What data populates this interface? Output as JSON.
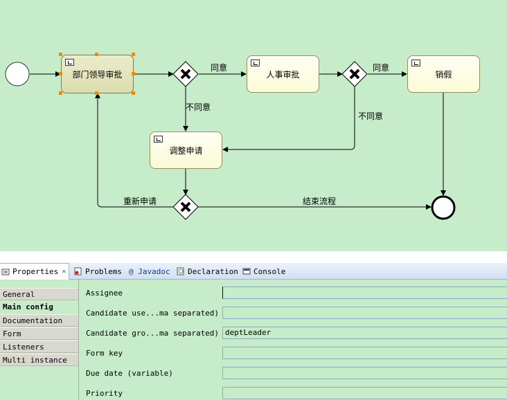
{
  "diagram": {
    "tasks": {
      "dept_leader_approval": "部门领导审批",
      "hr_approval": "人事审批",
      "cancel_leave": "销假",
      "adjust_request": "调整申请"
    },
    "flows": {
      "agree_1": "同意",
      "agree_2": "同意",
      "disagree_1": "不同意",
      "disagree_2": "不同意",
      "reapply": "重新申请",
      "end_process": "结束流程"
    }
  },
  "tabs": [
    {
      "label": "Properties",
      "icon": "properties-icon",
      "active": true
    },
    {
      "label": "Problems",
      "icon": "problems-icon"
    },
    {
      "label": "@ Javadoc",
      "icon": "javadoc-icon"
    },
    {
      "label": "Declaration",
      "icon": "declaration-icon"
    },
    {
      "label": "Console",
      "icon": "console-icon"
    }
  ],
  "sidebar": [
    {
      "label": "General"
    },
    {
      "label": "Main config",
      "active": true
    },
    {
      "label": "Documentation"
    },
    {
      "label": "Form"
    },
    {
      "label": "Listeners"
    },
    {
      "label": "Multi instance"
    }
  ],
  "fields": [
    {
      "label": "Assignee",
      "value": ""
    },
    {
      "label": "Candidate use...ma separated)",
      "value": ""
    },
    {
      "label": "Candidate gro...ma separated)",
      "value": "deptLeader"
    },
    {
      "label": "Form key",
      "value": ""
    },
    {
      "label": "Due date (variable)",
      "value": ""
    },
    {
      "label": "Priority",
      "value": ""
    }
  ],
  "colors": {
    "canvas_bg": "#c6ecca",
    "handle": "#f08a00",
    "task_fill": "#fbfbd6"
  }
}
